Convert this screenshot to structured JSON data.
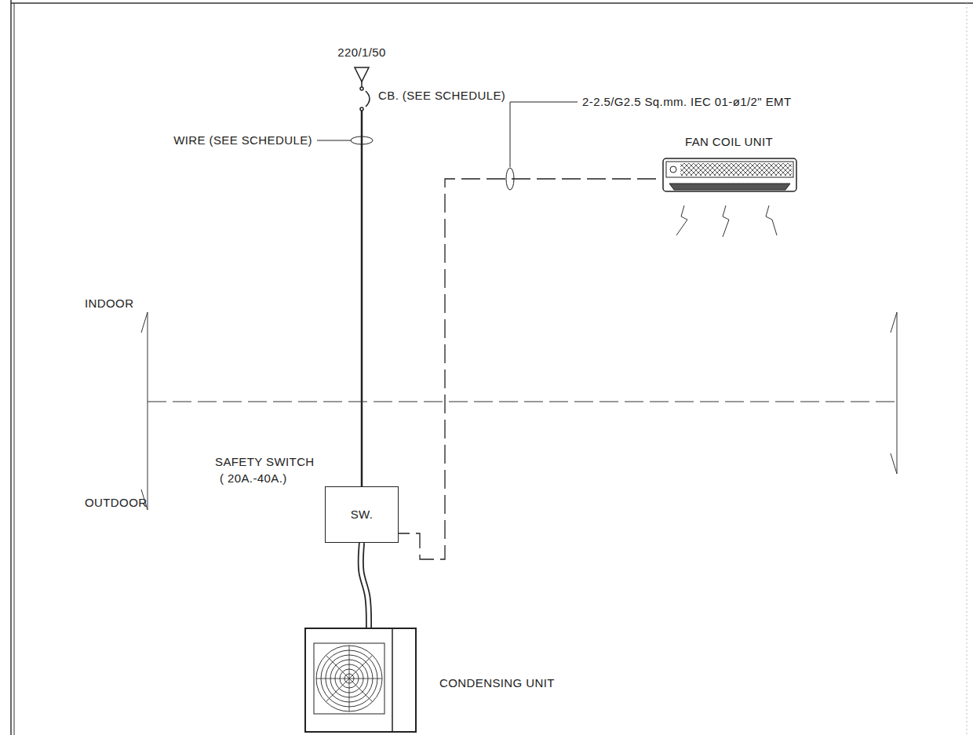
{
  "diagram": {
    "nodes": [
      {
        "text": [
          "FAN COIL UNIT"
        ]
      },
      {
        "text": [
          "SW."
        ]
      },
      {
        "text": [
          "CONDENSING UNIT"
        ]
      }
    ],
    "edges": [
      {
        "from": 0,
        "to": 1,
        "arrow": "none"
      },
      {
        "from": 1,
        "to": 2,
        "arrow": "none"
      }
    ],
    "labels": [
      "220/1/50",
      "CB. (SEE SCHEDULE)",
      "WIRE (SEE SCHEDULE)",
      "2-2.5/G2.5 Sq.mm. IEC 01-ø1/2\" EMT",
      "INDOOR",
      "OUTDOOR",
      "SAFETY SWITCH",
      "( 20A.-40A.)"
    ]
  }
}
